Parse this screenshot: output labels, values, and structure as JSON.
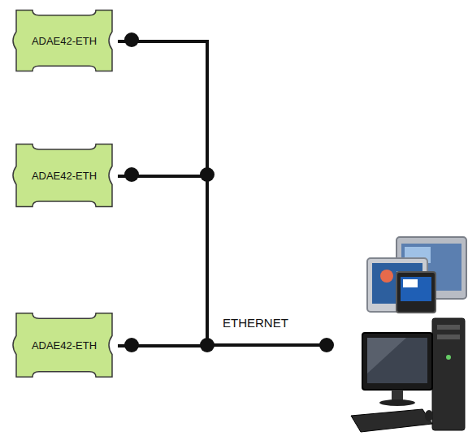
{
  "diagram": {
    "nodes": [
      {
        "text": [
          "ADAE42-ETH"
        ]
      },
      {
        "text": [
          "ADAE42-ETH"
        ]
      },
      {
        "text": [
          "ADAE42-ETH"
        ]
      }
    ],
    "edges": [
      {
        "from": 0,
        "to": 2,
        "arrow": "none"
      },
      {
        "from": 1,
        "to": 2,
        "arrow": "none"
      }
    ],
    "labels": [
      "ETHERNET"
    ]
  }
}
